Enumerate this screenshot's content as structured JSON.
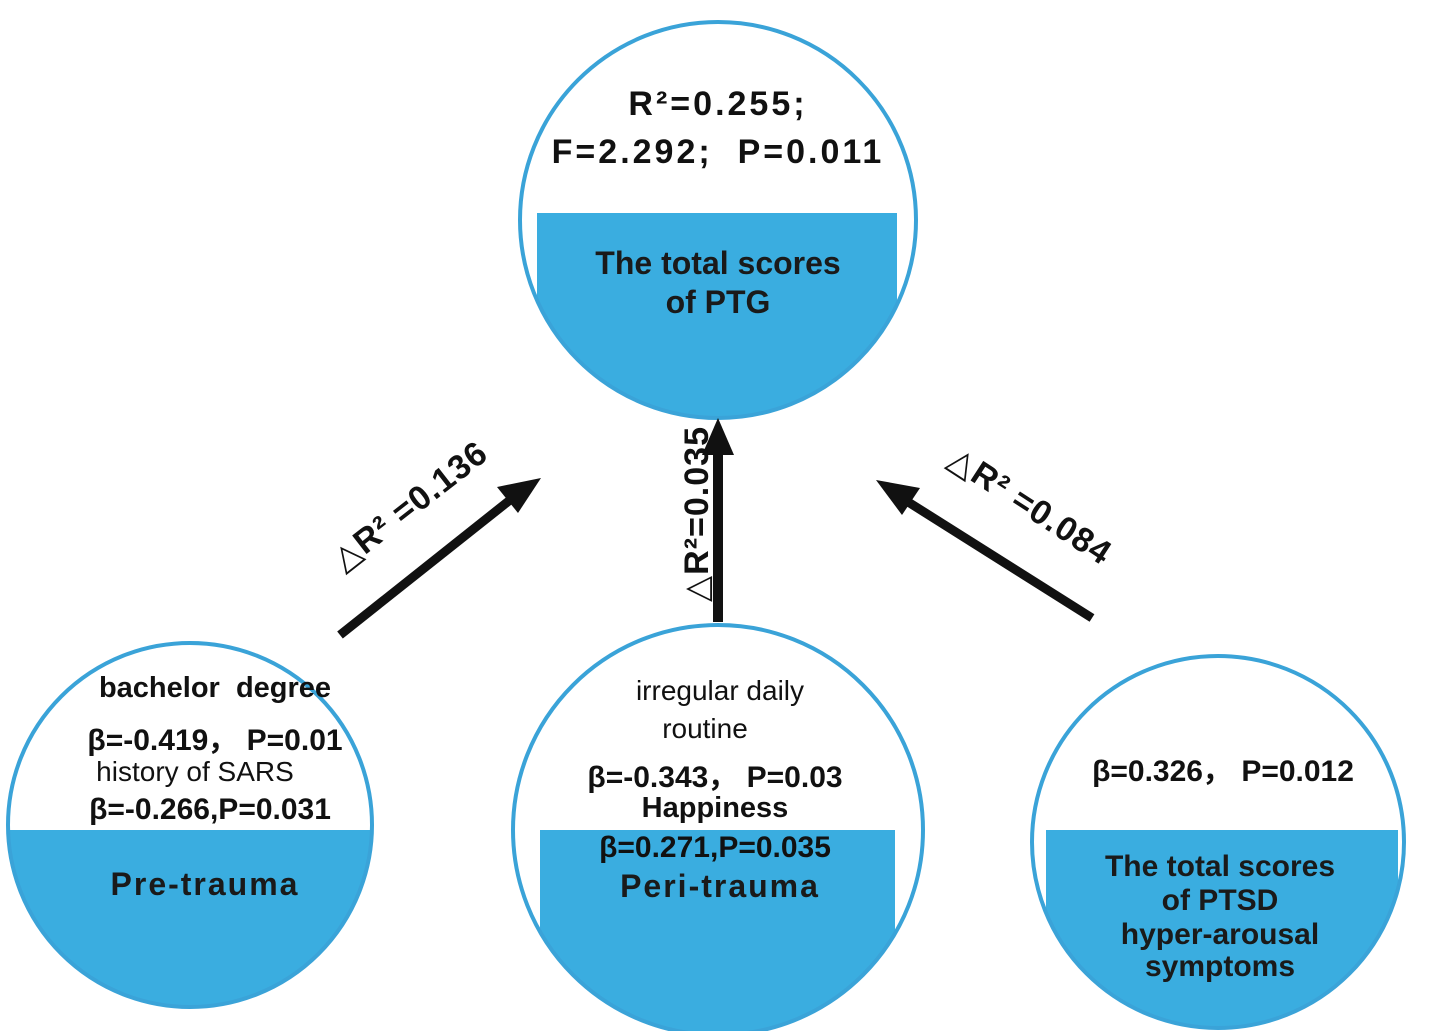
{
  "colors": {
    "accent_fill": "#3aade0",
    "circle_stroke": "#3aa3d8",
    "arrow": "#111111",
    "text": "#111111"
  },
  "top_node": {
    "stats_line1": "R²=0.255;",
    "stats_line2": "F=2.292;  P=0.011",
    "label_line1": "The total scores",
    "label_line2": "of PTG"
  },
  "left_node": {
    "var1": "bachelor  degree",
    "var1_stats": "β=-0.419， P=0.01",
    "var2": "history of SARS",
    "var2_stats": "β=-0.266,P=0.031",
    "label": "Pre-trauma"
  },
  "middle_node": {
    "var1_line1": "irregular daily",
    "var1_line2": "routine",
    "var1_stats": "β=-0.343， P=0.03",
    "var2": "Happiness",
    "var2_stats": "β=0.271,P=0.035",
    "label": "Peri-trauma"
  },
  "right_node": {
    "stats": "β=0.326， P=0.012",
    "label_line1": "The total scores",
    "label_line2": "of PTSD",
    "label_line3": "hyper-arousal",
    "label_line4": "symptoms"
  },
  "arrows": {
    "left_label": "△R² =0.136",
    "middle_label": "△R²=0.035",
    "right_label": "△R² =0.084"
  }
}
